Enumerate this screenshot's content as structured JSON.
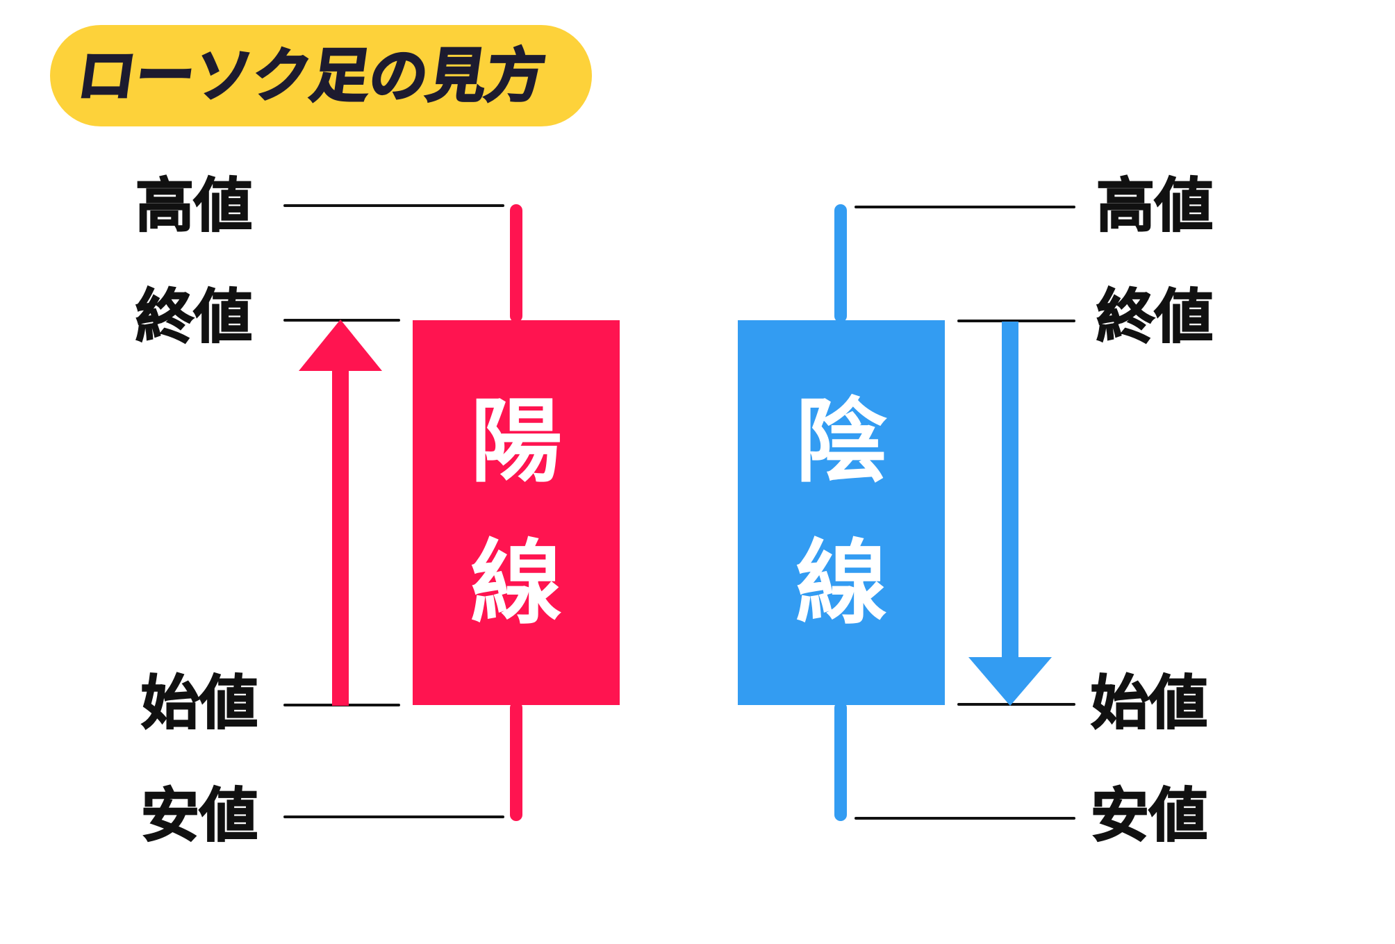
{
  "title": "ローソク足の見方",
  "colors": {
    "title_bg": "#fdd23a",
    "bullish": "#ff1450",
    "bearish": "#339cf2",
    "text": "#111111"
  },
  "left_candle": {
    "name": "陽線",
    "chars": [
      "陽",
      "線"
    ],
    "labels": {
      "high": "高値",
      "close": "終値",
      "open": "始値",
      "low": "安値"
    },
    "arrow_direction": "up"
  },
  "right_candle": {
    "name": "陰線",
    "chars": [
      "陰",
      "線"
    ],
    "labels": {
      "high": "高値",
      "close": "終値",
      "open": "始値",
      "low": "安値"
    },
    "arrow_direction": "down"
  }
}
